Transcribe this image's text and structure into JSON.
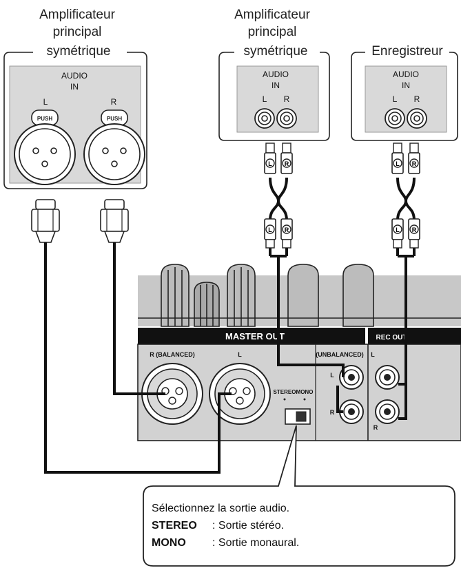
{
  "devices": {
    "balanced_amp": {
      "title_line1": "Amplificateur",
      "title_line2": "principal",
      "title_line3": "symétrique",
      "audio": "AUDIO",
      "in": "IN",
      "left": "L",
      "right": "R",
      "push": "PUSH"
    },
    "unbalanced_amp": {
      "title_line1": "Amplificateur",
      "title_line2": "principal",
      "title_line3": "symétrique",
      "audio": "AUDIO",
      "in": "IN",
      "left": "L",
      "right": "R"
    },
    "recorder": {
      "title": "Enregistreur",
      "audio": "AUDIO",
      "in": "IN",
      "left": "L",
      "right": "R"
    }
  },
  "plugs": {
    "left": "L",
    "right": "R"
  },
  "mixer_panel": {
    "master_out": "MASTER OUT",
    "rec_out": "REC OUT",
    "balanced_r": "R (BALANCED)",
    "balanced_l": "L",
    "unbalanced": "(UNBALANCED)",
    "unbalanced_l": "L",
    "unbalanced_r": "R",
    "rec_l": "L",
    "rec_r": "R",
    "stereo": "STEREO",
    "mono": "MONO"
  },
  "callout": {
    "line1": "Sélectionnez la sortie audio.",
    "stereo_term": "STEREO",
    "stereo_desc": ": Sortie stéréo.",
    "mono_term": "MONO",
    "mono_desc": ": Sortie monaural."
  }
}
